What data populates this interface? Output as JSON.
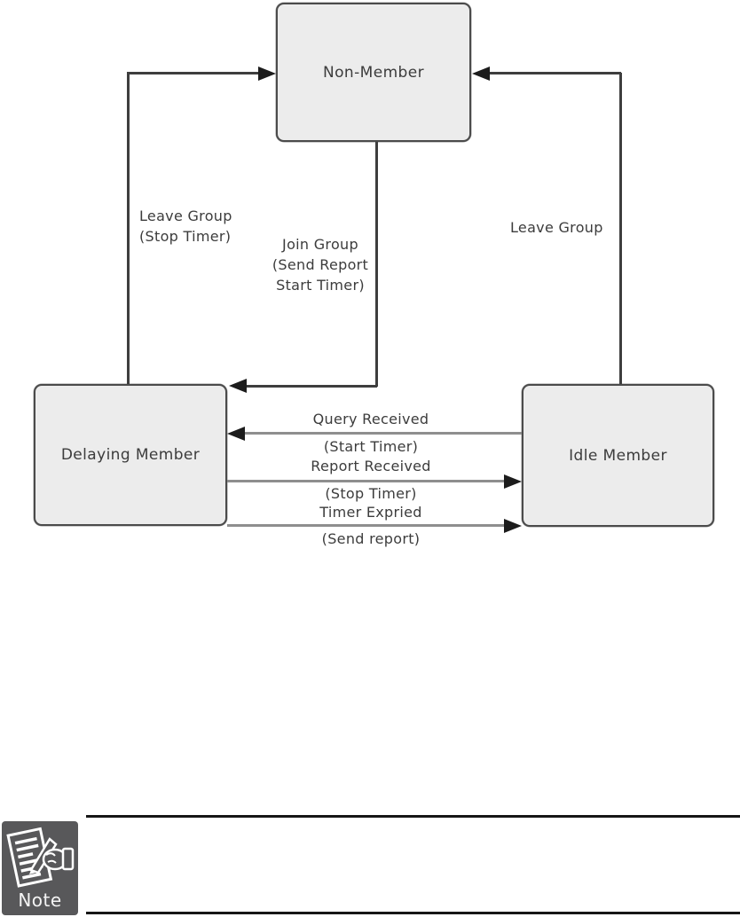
{
  "diagram": {
    "type": "state-diagram",
    "states": [
      {
        "id": "non-member",
        "label": "Non-Member"
      },
      {
        "id": "delaying-member",
        "label": "Delaying Member"
      },
      {
        "id": "idle-member",
        "label": "Idle Member"
      }
    ],
    "transitions": [
      {
        "id": "leave-group-left",
        "from": "delaying-member",
        "to": "non-member",
        "label_lines": [
          "Leave Group",
          "(Stop Timer)"
        ]
      },
      {
        "id": "join-group",
        "from": "non-member",
        "to": "delaying-member",
        "label_lines": [
          "Join Group",
          "(Send Report",
          "Start Timer)"
        ]
      },
      {
        "id": "leave-group-right",
        "from": "idle-member",
        "to": "non-member",
        "label_lines": [
          "Leave Group"
        ]
      },
      {
        "id": "query-received",
        "from": "idle-member",
        "to": "delaying-member",
        "label_lines": [
          "Query Received",
          "(Start Timer)"
        ]
      },
      {
        "id": "report-received",
        "from": "delaying-member",
        "to": "idle-member",
        "label_lines": [
          "Report Received",
          "(Stop Timer)"
        ]
      },
      {
        "id": "timer-expired",
        "from": "delaying-member",
        "to": "idle-member",
        "label_lines": [
          "Timer Expried",
          "(Send report)"
        ]
      }
    ],
    "colors": {
      "state_fill": "#ececec",
      "state_border": "#4b4b4b",
      "edge_dark": "#3e3e3e",
      "edge_gray": "#8e8e8e",
      "arrowhead": "#1c1c1c",
      "text": "#3c3c3c"
    }
  },
  "note": {
    "label": "Note",
    "icon_background": "#58585a",
    "rule_color": "#161616"
  }
}
